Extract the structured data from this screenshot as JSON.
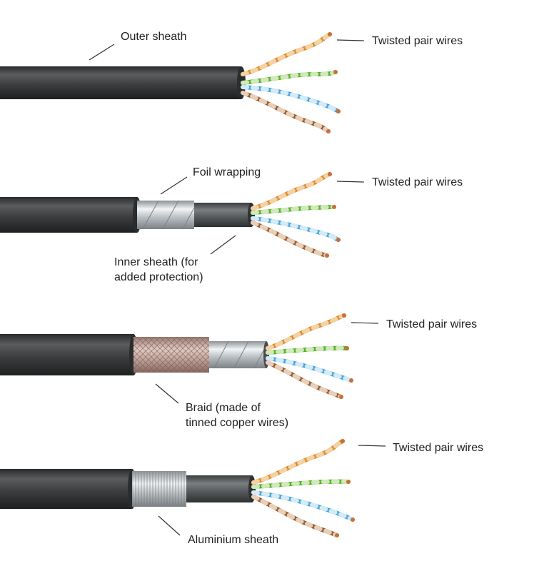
{
  "labels": {
    "outer_sheath": "Outer sheath",
    "twisted_pair_1": "Twisted pair wires",
    "foil_wrapping": "Foil wrapping",
    "twisted_pair_2": "Twisted pair wires",
    "inner_sheath_line1": "Inner sheath (for",
    "inner_sheath_line2": "added protection)",
    "twisted_pair_3": "Twisted pair wires",
    "braid_line1": "Braid (made of",
    "braid_line2": "tinned copper wires)",
    "twisted_pair_4": "Twisted pair wires",
    "aluminium_sheath": "Aluminium sheath"
  },
  "colors": {
    "background": "#ffffff",
    "jacket": "#4a4c4d",
    "foil": "#c9cdd0",
    "braid": "#c4a79f",
    "aluminium": "#c2c6c9",
    "wire_orange": "#e08a2c",
    "wire_green": "#5aae2e",
    "wire_blue": "#4aa3d8",
    "wire_brown": "#9a5a2e",
    "copper": "#c8703a"
  },
  "cables": [
    {
      "name": "unshielded",
      "layers": [
        "jacket"
      ]
    },
    {
      "name": "foil-shielded",
      "layers": [
        "jacket",
        "foil",
        "inner-sheath"
      ]
    },
    {
      "name": "braid-shielded",
      "layers": [
        "jacket",
        "braid",
        "foil"
      ]
    },
    {
      "name": "aluminium-armoured",
      "layers": [
        "jacket",
        "aluminium",
        "inner-sheath"
      ]
    }
  ]
}
